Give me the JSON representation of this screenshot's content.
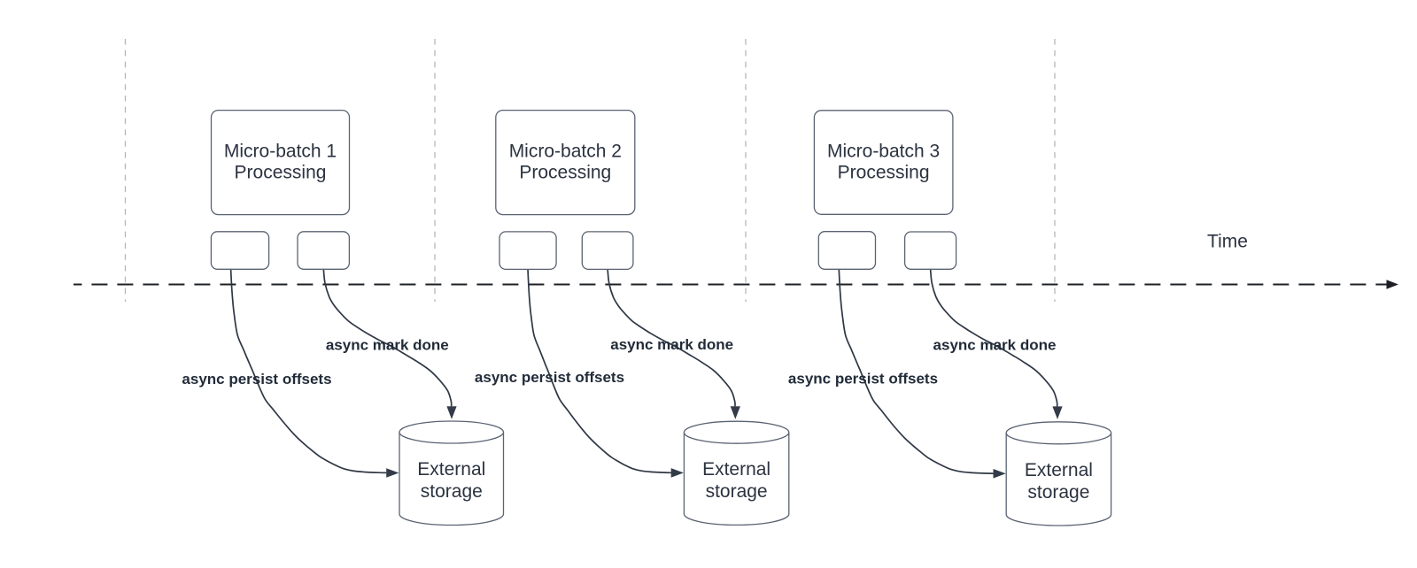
{
  "colors": {
    "text": "#2b3340",
    "label-text": "#222c39",
    "shape-stroke": "#5a6372",
    "connector": "#2e3744",
    "arrowhead": "#333b48",
    "timeline": "#1c1f24",
    "gridline": "#b3b6ba"
  },
  "time_axis": {
    "label": "Time"
  },
  "groups": [
    {
      "main_line1": "Micro-batch 1",
      "main_line2": "Processing",
      "offsets_label": "async persist offsets",
      "done_label": "async mark done",
      "storage_line1": "External",
      "storage_line2": "storage"
    },
    {
      "main_line1": "Micro-batch 2",
      "main_line2": "Processing",
      "offsets_label": "async persist offsets",
      "done_label": "async mark done",
      "storage_line1": "External",
      "storage_line2": "storage"
    },
    {
      "main_line1": "Micro-batch 3",
      "main_line2": "Processing",
      "offsets_label": "async persist offsets",
      "done_label": "async mark done",
      "storage_line1": "External",
      "storage_line2": "storage"
    }
  ]
}
